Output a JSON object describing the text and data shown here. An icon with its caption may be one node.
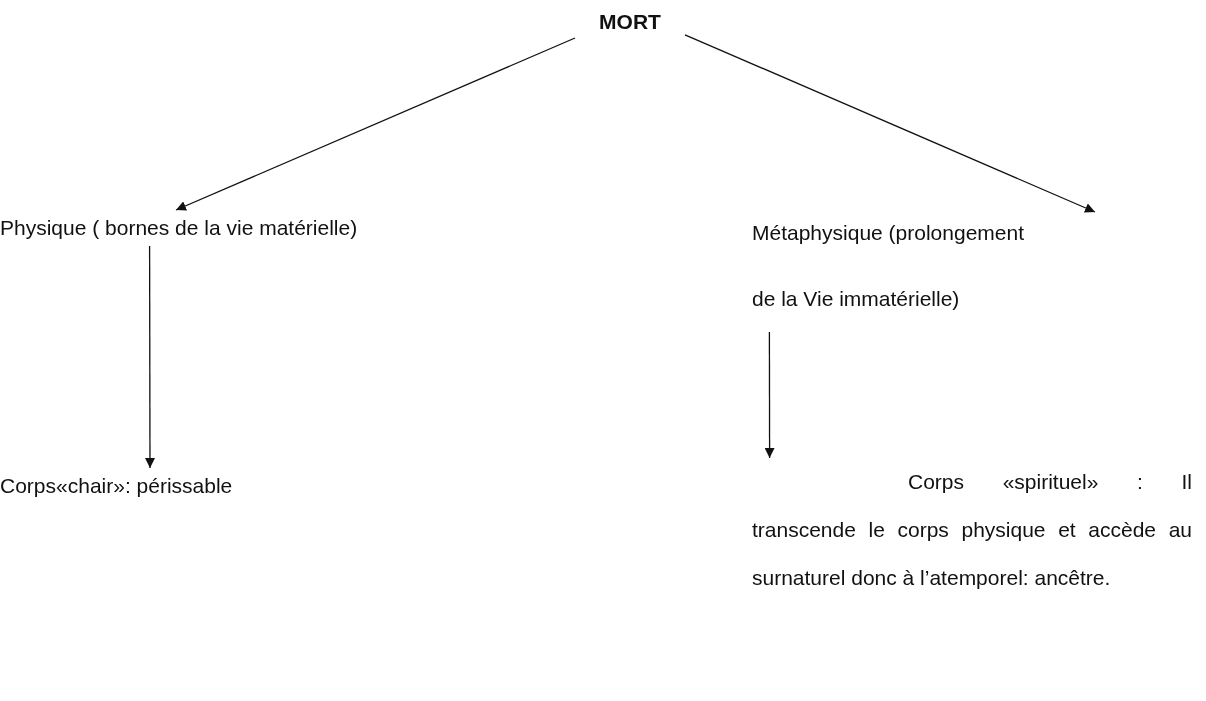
{
  "diagram": {
    "nodes": [
      {
        "text": [
          "MORT"
        ]
      },
      {
        "text": [
          "Physique ( bornes de la vie matérielle)"
        ]
      },
      {
        "text": [
          "Métaphysique (prolongement de la Vie immatérielle)"
        ]
      },
      {
        "text": [
          "Corps«chair»: périssable"
        ]
      },
      {
        "text": [
          "Corps «spirituel» : Il transcende le corps physique et accède au surnaturel donc à l’atemporel: ancêtre."
        ]
      }
    ],
    "edges": [
      {
        "from": 0,
        "to": 1,
        "arrow": "to"
      },
      {
        "from": 0,
        "to": 2,
        "arrow": "to"
      },
      {
        "from": 1,
        "to": 3,
        "arrow": "to"
      },
      {
        "from": 2,
        "to": 4,
        "arrow": "to"
      }
    ]
  }
}
